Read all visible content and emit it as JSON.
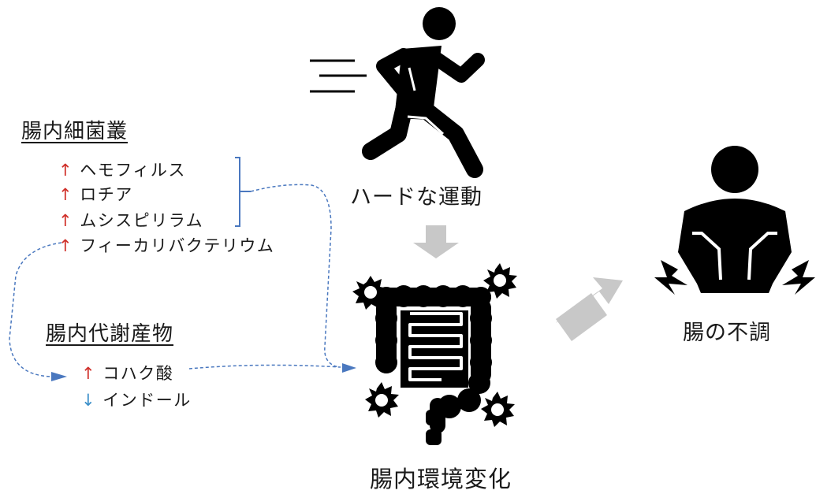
{
  "microbiota": {
    "heading": "腸内細菌叢",
    "items": [
      {
        "arrow": "↑",
        "name": "ヘモフィルス"
      },
      {
        "arrow": "↑",
        "name": "ロチア"
      },
      {
        "arrow": "↑",
        "name": "ムシスピリラム"
      },
      {
        "arrow": "↑",
        "name": "フィーカリバクテリウム"
      }
    ]
  },
  "metabolites": {
    "heading": "腸内代謝産物",
    "items": [
      {
        "arrow": "↑",
        "name": "コハク酸"
      },
      {
        "arrow": "↓",
        "name": "インドール"
      }
    ]
  },
  "labels": {
    "exercise": "ハードな運動",
    "gut_change": "腸内環境変化",
    "gut_upset": "腸の不調"
  },
  "colors": {
    "up_arrow": "#d0302a",
    "down_arrow": "#3b8fc9",
    "connector": "#4a78bf",
    "flow_arrow": "#c8c8c8",
    "icon": "#000000"
  },
  "icons": [
    "running-person-icon",
    "intestine-icon",
    "stomach-ache-person-icon"
  ]
}
